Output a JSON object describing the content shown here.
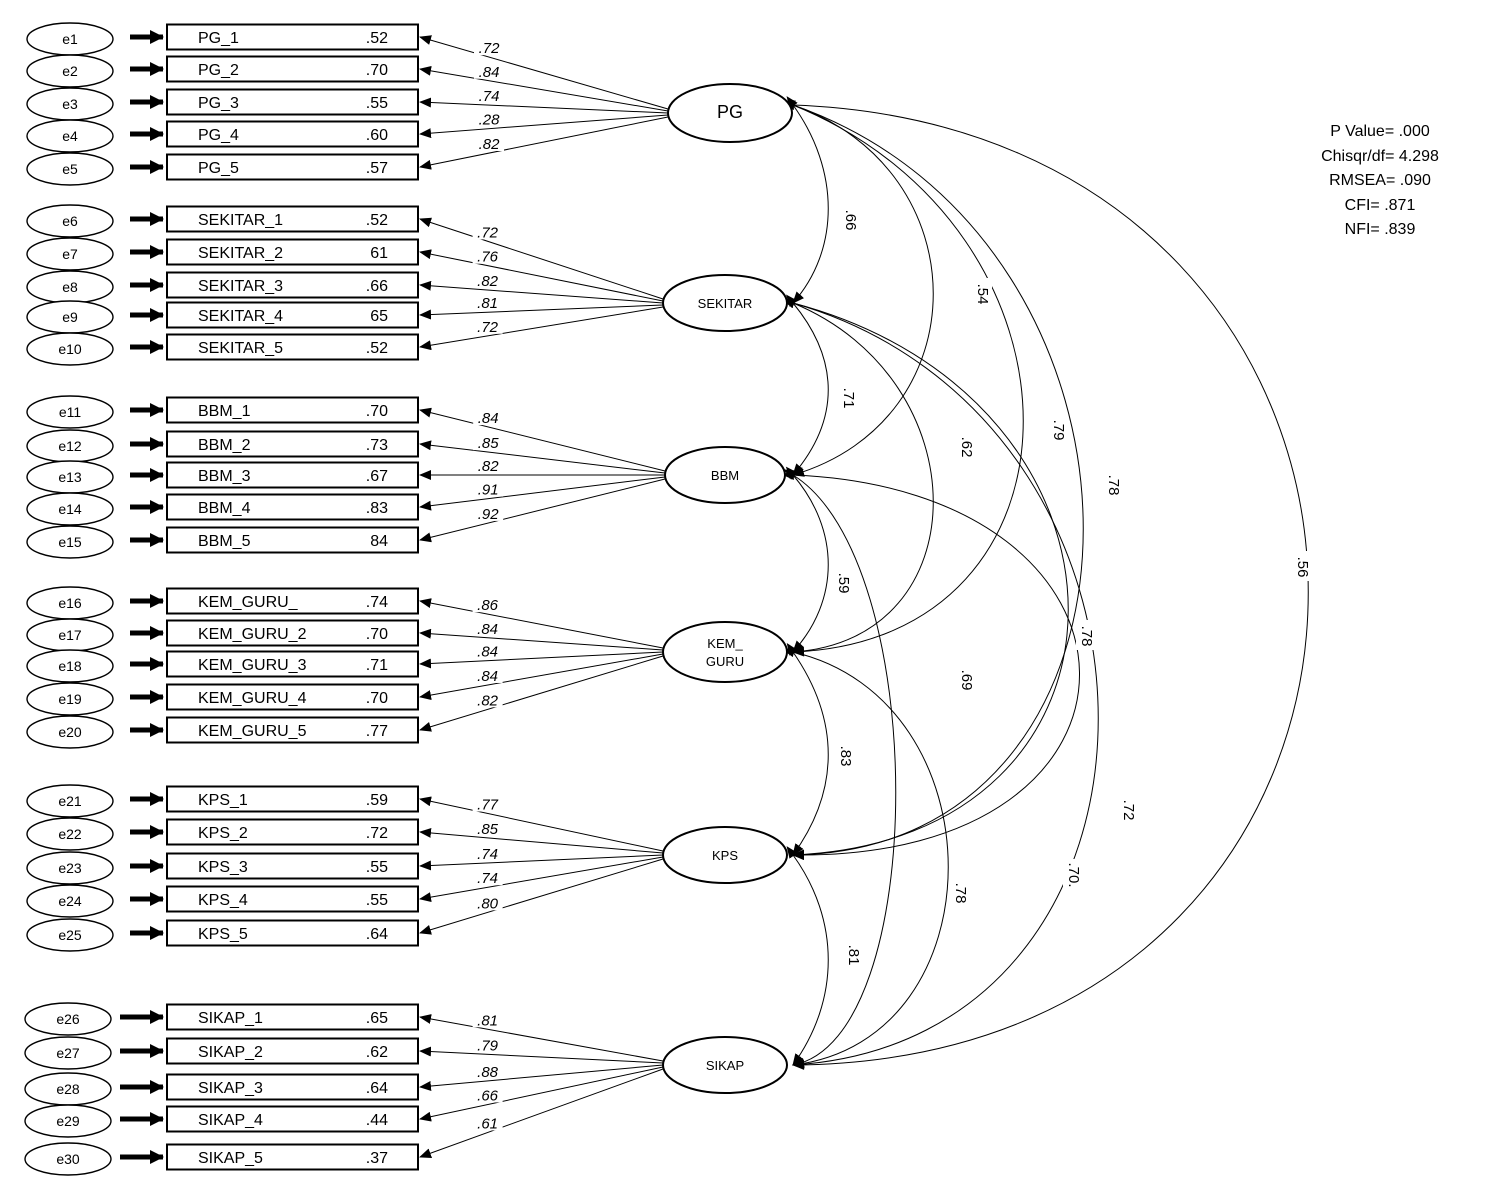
{
  "fit_indices": [
    "P Value= .000",
    "Chisqr/df= 4.298",
    "RMSEA= .090",
    "CFI= .871",
    "NFI= .839"
  ],
  "latents": [
    {
      "id": "PG",
      "lines": [
        "PG"
      ]
    },
    {
      "id": "SEKITAR",
      "lines": [
        "SEKITAR"
      ]
    },
    {
      "id": "BBM",
      "lines": [
        "BBM"
      ]
    },
    {
      "id": "KEM_GURU",
      "lines": [
        "KEM_",
        "GURU"
      ]
    },
    {
      "id": "KPS",
      "lines": [
        "KPS"
      ]
    },
    {
      "id": "SIKAP",
      "lines": [
        "SIKAP"
      ]
    }
  ],
  "indicators": [
    {
      "error": "e1",
      "name": "PG_1",
      "r2": ".52",
      "loading": ".72",
      "latent": "PG"
    },
    {
      "error": "e2",
      "name": "PG_2",
      "r2": ".70",
      "loading": ".84",
      "latent": "PG"
    },
    {
      "error": "e3",
      "name": "PG_3",
      "r2": ".55",
      "loading": ".74",
      "latent": "PG"
    },
    {
      "error": "e4",
      "name": "PG_4",
      "r2": ".60",
      "loading": ".28",
      "latent": "PG"
    },
    {
      "error": "e5",
      "name": "PG_5",
      "r2": ".57",
      "loading": ".82",
      "latent": "PG"
    },
    {
      "error": "e6",
      "name": "SEKITAR_1",
      "r2": ".52",
      "loading": ".72",
      "latent": "SEKITAR"
    },
    {
      "error": "e7",
      "name": "SEKITAR_2",
      "r2": "61",
      "loading": ".76",
      "latent": "SEKITAR"
    },
    {
      "error": "e8",
      "name": "SEKITAR_3",
      "r2": ".66",
      "loading": ".82",
      "latent": "SEKITAR"
    },
    {
      "error": "e9",
      "name": "SEKITAR_4",
      "r2": "65",
      "loading": ".81",
      "latent": "SEKITAR"
    },
    {
      "error": "e10",
      "name": "SEKITAR_5",
      "r2": ".52",
      "loading": ".72",
      "latent": "SEKITAR"
    },
    {
      "error": "e11",
      "name": "BBM_1",
      "r2": ".70",
      "loading": ".84",
      "latent": "BBM"
    },
    {
      "error": "e12",
      "name": "BBM_2",
      "r2": ".73",
      "loading": ".85",
      "latent": "BBM"
    },
    {
      "error": "e13",
      "name": "BBM_3",
      "r2": ".67",
      "loading": ".82",
      "latent": "BBM"
    },
    {
      "error": "e14",
      "name": "BBM_4",
      "r2": ".83",
      "loading": ".91",
      "latent": "BBM"
    },
    {
      "error": "e15",
      "name": "BBM_5",
      "r2": "84",
      "loading": ".92",
      "latent": "BBM"
    },
    {
      "error": "e16",
      "name": "KEM_GURU_",
      "r2": ".74",
      "loading": ".86",
      "latent": "KEM_GURU"
    },
    {
      "error": "e17",
      "name": "KEM_GURU_2",
      "r2": ".70",
      "loading": ".84",
      "latent": "KEM_GURU"
    },
    {
      "error": "e18",
      "name": "KEM_GURU_3",
      "r2": ".71",
      "loading": ".84",
      "latent": "KEM_GURU"
    },
    {
      "error": "e19",
      "name": "KEM_GURU_4",
      "r2": ".70",
      "loading": ".84",
      "latent": "KEM_GURU"
    },
    {
      "error": "e20",
      "name": "KEM_GURU_5",
      "r2": ".77",
      "loading": ".82",
      "latent": "KEM_GURU"
    },
    {
      "error": "e21",
      "name": "KPS_1",
      "r2": ".59",
      "loading": ".77",
      "latent": "KPS"
    },
    {
      "error": "e22",
      "name": "KPS_2",
      "r2": ".72",
      "loading": ".85",
      "latent": "KPS"
    },
    {
      "error": "e23",
      "name": "KPS_3",
      "r2": ".55",
      "loading": ".74",
      "latent": "KPS"
    },
    {
      "error": "e24",
      "name": "KPS_4",
      "r2": ".55",
      "loading": ".74",
      "latent": "KPS"
    },
    {
      "error": "e25",
      "name": "KPS_5",
      "r2": ".64",
      "loading": ".80",
      "latent": "KPS"
    },
    {
      "error": "e26",
      "name": "SIKAP_1",
      "r2": ".65",
      "loading": ".81",
      "latent": "SIKAP"
    },
    {
      "error": "e27",
      "name": "SIKAP_2",
      "r2": ".62",
      "loading": ".79",
      "latent": "SIKAP"
    },
    {
      "error": "e28",
      "name": "SIKAP_3",
      "r2": ".64",
      "loading": ".88",
      "latent": "SIKAP"
    },
    {
      "error": "e29",
      "name": "SIKAP_4",
      "r2": ".44",
      "loading": ".66",
      "latent": "SIKAP"
    },
    {
      "error": "e30",
      "name": "SIKAP_5",
      "r2": ".37",
      "loading": ".61",
      "latent": "SIKAP"
    }
  ],
  "correlations": [
    {
      "from": "PG",
      "to": "SEKITAR",
      "value": ".66"
    },
    {
      "from": "SEKITAR",
      "to": "BBM",
      "value": ".71"
    },
    {
      "from": "BBM",
      "to": "KEM_GURU",
      "value": ".59"
    },
    {
      "from": "KEM_GURU",
      "to": "KPS",
      "value": ".83"
    },
    {
      "from": "KPS",
      "to": "SIKAP",
      "value": ".81"
    },
    {
      "from": "PG",
      "to": "BBM",
      "value": ".54"
    },
    {
      "from": "SEKITAR",
      "to": "KEM_GURU",
      "value": ".62"
    },
    {
      "from": "PG",
      "to": "KEM_GURU",
      "value": ".79"
    },
    {
      "from": "PG",
      "to": "KPS",
      "value": ".78"
    },
    {
      "from": "SEKITAR",
      "to": "KPS",
      "value": ".78"
    },
    {
      "from": "BBM",
      "to": "SIKAP",
      "value": ".69"
    },
    {
      "from": "BBM",
      "to": "KPS",
      "value": ".72"
    },
    {
      "from": "SEKITAR",
      "to": "SIKAP",
      "value": ".70."
    },
    {
      "from": "KEM_GURU",
      "to": "SIKAP",
      "value": ".78"
    },
    {
      "from": "PG",
      "to": "SIKAP",
      "value": ".56"
    }
  ]
}
